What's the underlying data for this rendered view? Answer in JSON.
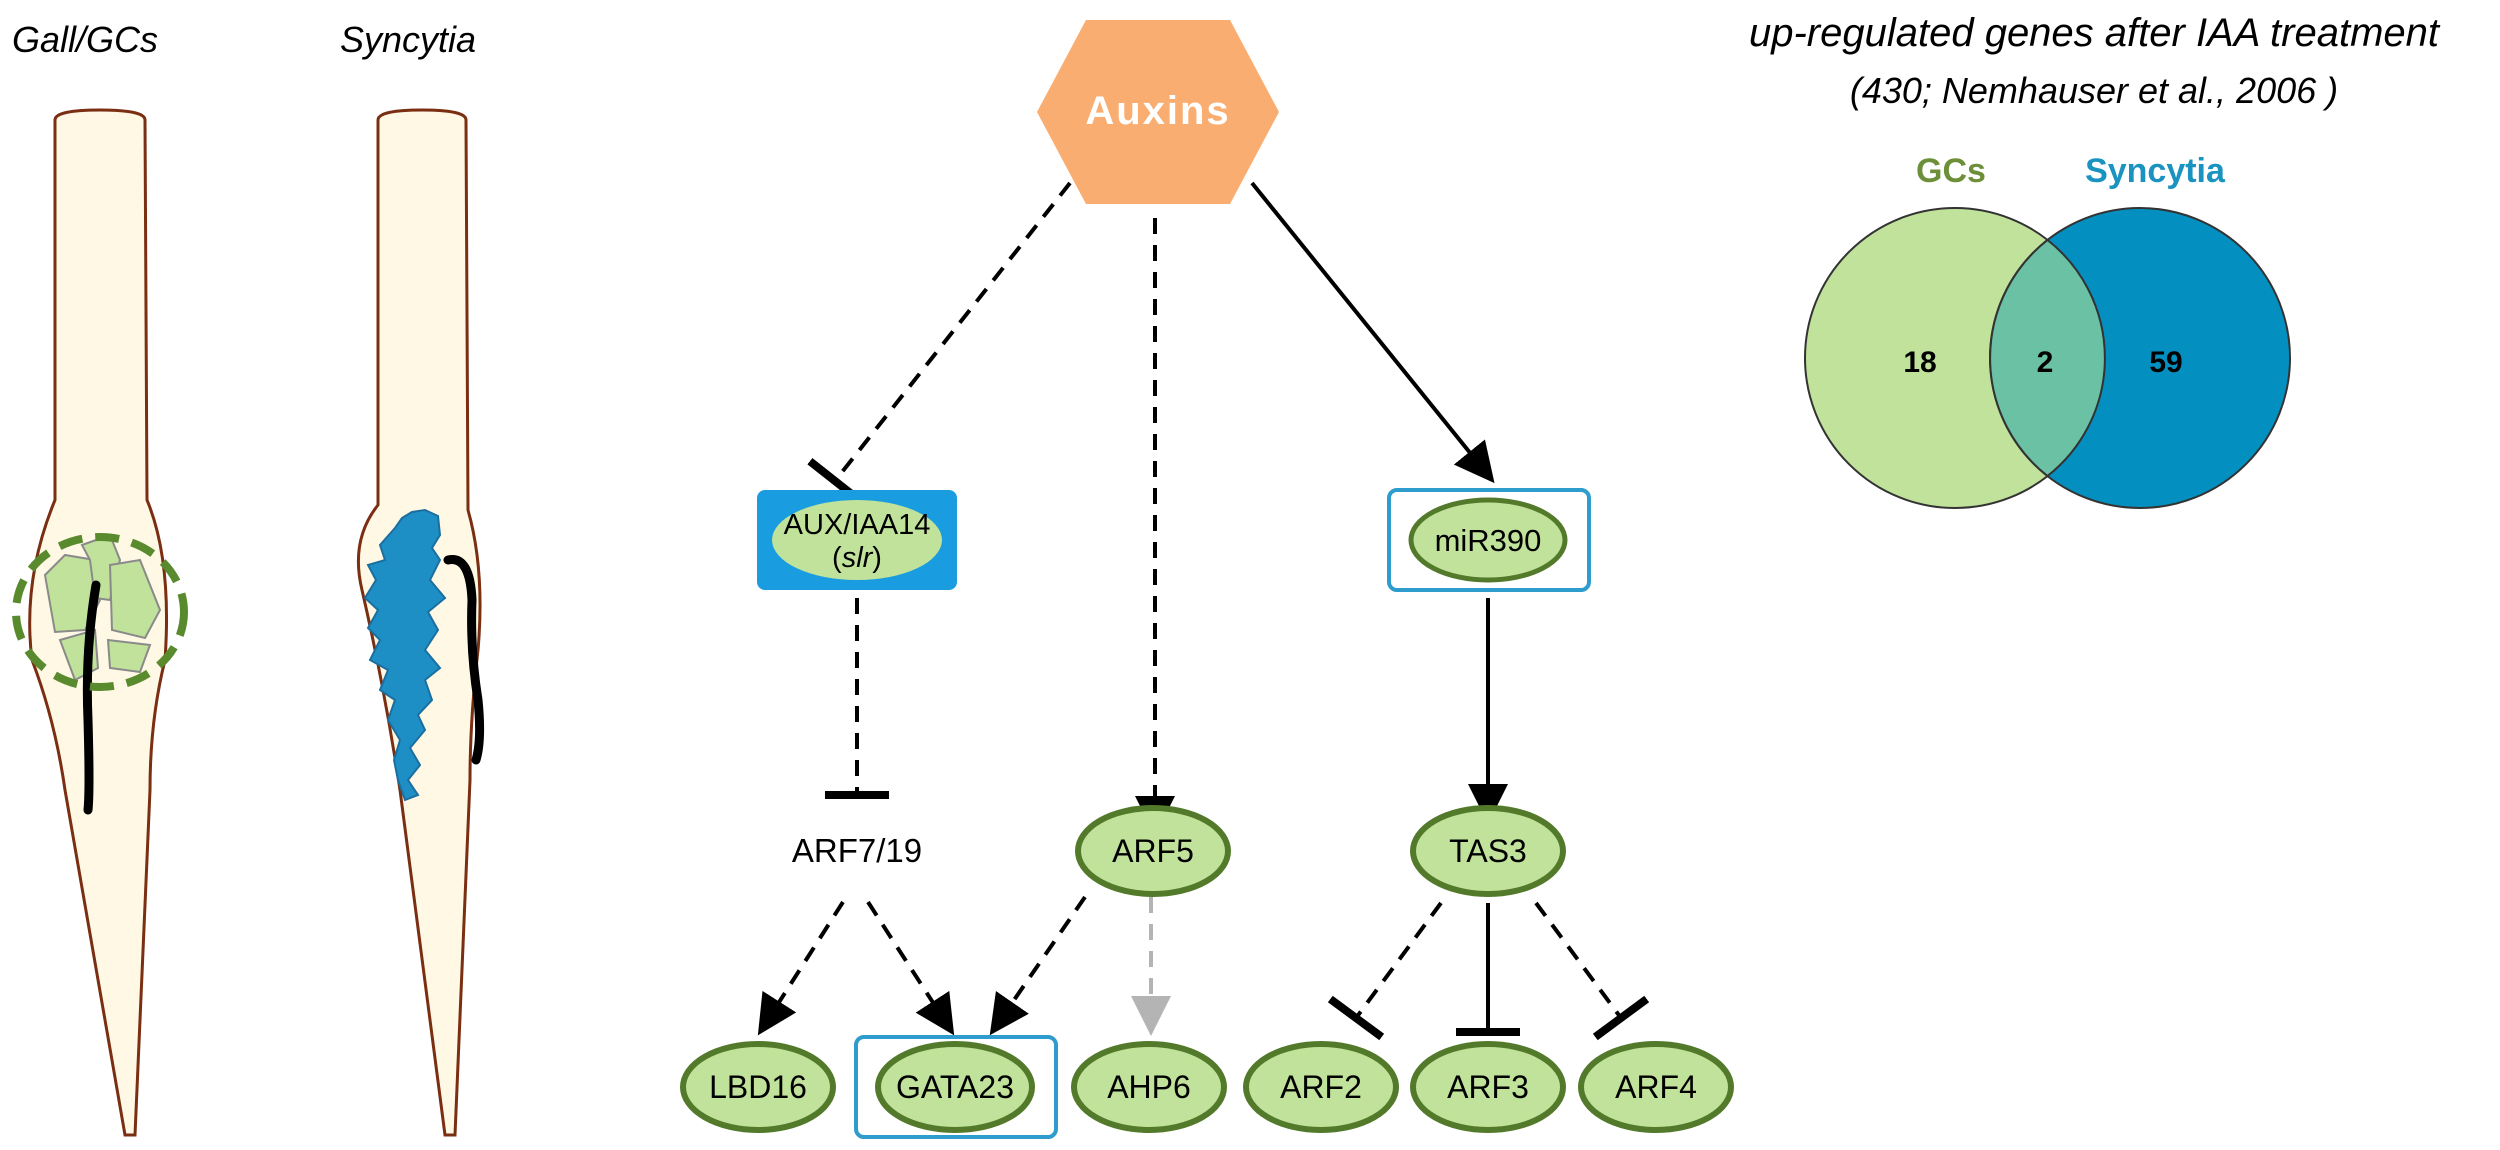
{
  "panels": {
    "gall_label": "Gall/GCs",
    "syncytia_label": "Syncytia"
  },
  "hub": {
    "label": "Auxins",
    "color": "#F9AD70"
  },
  "nodes": {
    "aux_iaa14": {
      "line1": "AUX/IAA14",
      "line2": "slr",
      "paren_open": "(",
      "paren_close": ")"
    },
    "mir390": "miR390",
    "arf7_19": "ARF7/19",
    "arf5": "ARF5",
    "tas3": "TAS3",
    "lbd16": "LBD16",
    "gata23": "GATA23",
    "ahp6": "AHP6",
    "arf2": "ARF2",
    "arf3": "ARF3",
    "arf4": "ARF4"
  },
  "venn": {
    "title": "up-regulated genes after IAA treatment",
    "subtitle": "(430; Nemhauser et al., 2006 )",
    "set_a": {
      "label": "GCs",
      "count": "18",
      "color": "#C0E29A",
      "label_color": "#6E8F3A"
    },
    "overlap": {
      "count": "2",
      "color": "#6AC1A4"
    },
    "set_b": {
      "label": "Syncytia",
      "count": "59",
      "color": "#0390C0",
      "label_color": "#1A93C0"
    }
  },
  "colors": {
    "node_fill": "#C0E29A",
    "node_stroke": "#527A2A",
    "box_blue": "#1A9CE0",
    "box_outline": "#2E9CCC",
    "root_fill": "#FEF8E4",
    "root_stroke": "#7A2E12",
    "gall_dash": "#5A8A2E",
    "syncytia_fill": "#1E8FC4"
  },
  "icons": [
    "root-gall-illustration",
    "root-syncytia-illustration",
    "hexagon-shape",
    "venn-diagram"
  ]
}
